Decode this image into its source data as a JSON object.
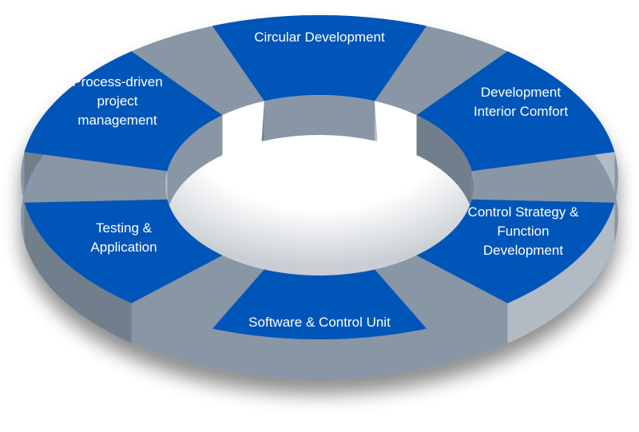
{
  "diagram": {
    "type": "cycle-ring",
    "colors": {
      "segment_top": "#0055b8",
      "side_dark": "#717f8d",
      "side_mid": "#8896a6",
      "side_light": "#b2bac4",
      "background": "#ffffff",
      "label": "#ffffff"
    },
    "segments": [
      {
        "id": "top",
        "lines": [
          "Circular Development"
        ]
      },
      {
        "id": "top-right",
        "lines": [
          "Development",
          "Interior Comfort"
        ]
      },
      {
        "id": "bottom-right",
        "lines": [
          "Control Strategy &",
          "Function",
          "Development"
        ]
      },
      {
        "id": "bottom",
        "lines": [
          "Software & Control Unit"
        ]
      },
      {
        "id": "bottom-left",
        "lines": [
          "Testing &",
          "Application"
        ]
      },
      {
        "id": "top-left",
        "lines": [
          "Process-driven",
          "project",
          "management"
        ]
      }
    ]
  }
}
